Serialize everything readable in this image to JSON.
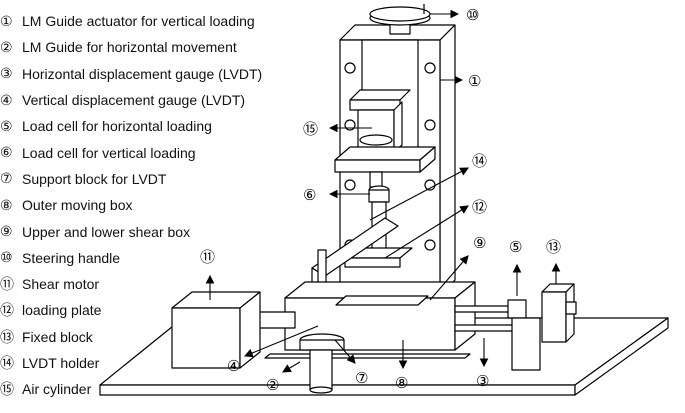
{
  "legend": [
    {
      "num": "①",
      "text": "LM Guide actuator for vertical loading"
    },
    {
      "num": "②",
      "text": "LM Guide for horizontal movement"
    },
    {
      "num": "③",
      "text": "Horizontal displacement gauge (LVDT)"
    },
    {
      "num": "④",
      "text": "Vertical displacement gauge (LVDT)"
    },
    {
      "num": "⑤",
      "text": "Load cell for horizontal loading"
    },
    {
      "num": "⑥",
      "text": "Load cell for vertical loading"
    },
    {
      "num": "⑦",
      "text": "Support block for LVDT"
    },
    {
      "num": "⑧",
      "text": "Outer moving box"
    },
    {
      "num": "⑨",
      "text": "Upper and lower shear box"
    },
    {
      "num": "⑩",
      "text": "Steering handle"
    },
    {
      "num": "⑪",
      "text": "Shear motor"
    },
    {
      "num": "⑫",
      "text": "loading plate"
    },
    {
      "num": "⑬",
      "text": "Fixed block"
    },
    {
      "num": "⑭",
      "text": "LVDT holder"
    },
    {
      "num": "⑮",
      "text": "Air cylinder"
    }
  ],
  "callouts": [
    "①",
    "②",
    "③",
    "④",
    "⑤",
    "⑥",
    "⑦",
    "⑧",
    "⑨",
    "⑩",
    "⑪",
    "⑫",
    "⑬",
    "⑭",
    "⑮"
  ]
}
